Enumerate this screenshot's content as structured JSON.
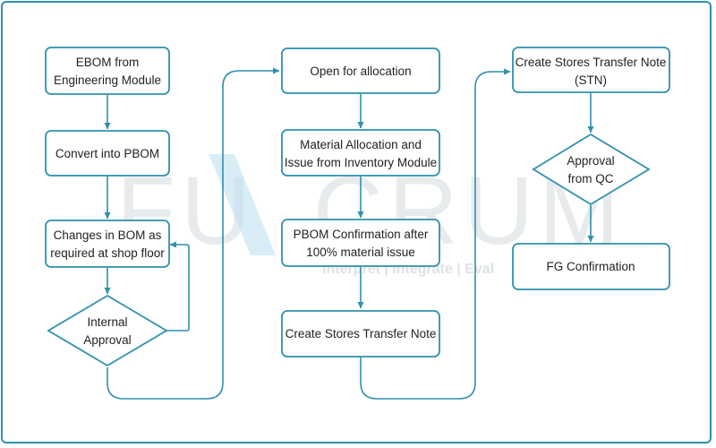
{
  "colors": {
    "stroke": "#2f90ad",
    "text": "#222222",
    "background": "#ffffff",
    "watermark": "#d7dbdf",
    "watermark_accent": "#b9dff0"
  },
  "watermark": {
    "brand_left": "FU",
    "brand_right": "CRUM",
    "tagline": "Interpret | Integrate | Eval"
  },
  "nodes": {
    "ebom": {
      "line1": "EBOM from",
      "line2": "Engineering Module"
    },
    "convert_pbom": {
      "line1": "Convert into PBOM"
    },
    "changes_bom": {
      "line1": "Changes in BOM as",
      "line2": "required at shop floor"
    },
    "internal_approval": {
      "line1": "Internal",
      "line2": "Approval"
    },
    "open_allocation": {
      "line1": "Open for allocation"
    },
    "material_allocation": {
      "line1": "Material Allocation and",
      "line2": "Issue from Inventory Module"
    },
    "pbom_confirmation": {
      "line1": "PBOM Confirmation after",
      "line2": "100% material issue"
    },
    "stores_transfer_note_1": {
      "line1": "Create Stores Transfer Note"
    },
    "stores_transfer_note_stn": {
      "line1": "Create Stores Transfer Note",
      "line2": "(STN)"
    },
    "approval_qc": {
      "line1": "Approval",
      "line2": "from QC"
    },
    "fg_confirmation": {
      "line1": "FG Confirmation"
    }
  }
}
